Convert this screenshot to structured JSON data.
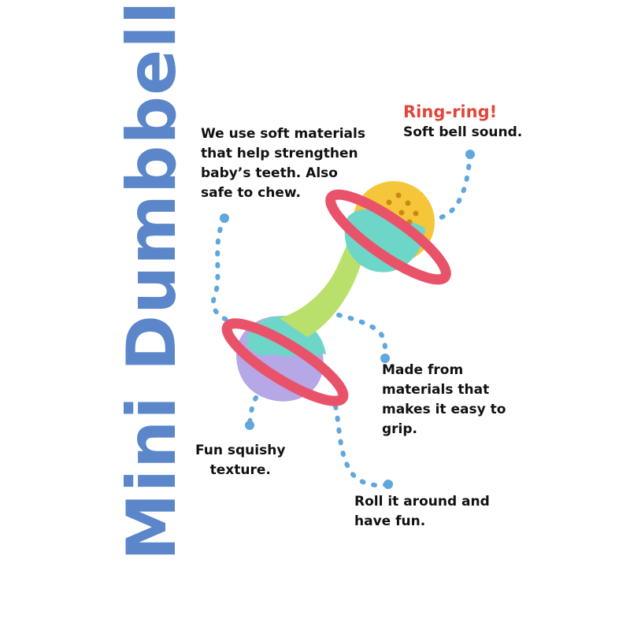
{
  "product_title": "Mini Dumbbell",
  "colors": {
    "title": "#5b86c9",
    "accent": "#e0473a",
    "dash": "#5fa7dc",
    "text": "#111111",
    "ring": "#e9536a",
    "handle": "#b9e06b",
    "bell": "#f6c63a",
    "band": "#6ed6c8",
    "texture_ball": "#b6a7e6"
  },
  "callouts": {
    "materials": {
      "lines": [
        "We use soft materials",
        "that help strengthen",
        "baby’s teeth. Also",
        "safe to chew."
      ]
    },
    "bell": {
      "heading": "Ring-ring!",
      "lines": [
        "Soft bell sound."
      ]
    },
    "grip": {
      "lines": [
        "Made from",
        "materials that",
        "makes it easy to",
        "grip."
      ]
    },
    "squishy": {
      "lines": [
        "Fun squishy",
        "texture."
      ]
    },
    "roll": {
      "lines": [
        "Roll it around and",
        "have fun."
      ]
    }
  }
}
